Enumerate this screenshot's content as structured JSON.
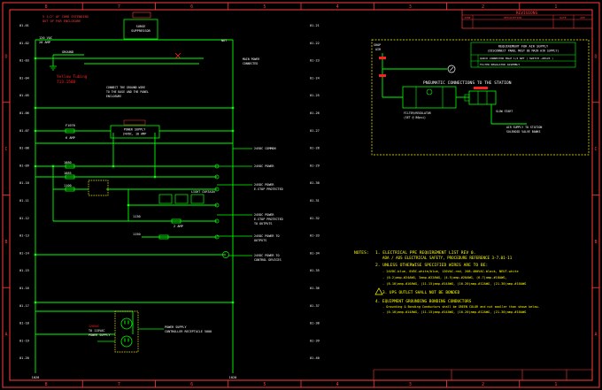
{
  "border": {
    "top_cols": [
      "8",
      "7",
      "6",
      "5",
      "4",
      "3",
      "2",
      "1"
    ],
    "bottom_cols": [
      "8",
      "7",
      "6",
      "5",
      "4",
      "3",
      "2",
      "1"
    ],
    "rows": [
      "D",
      "C",
      "B",
      "A"
    ]
  },
  "title_block": {
    "header": "REVISIONS",
    "cols": [
      "ZONE",
      "DESCRIPTION",
      "DATE",
      "APP"
    ]
  },
  "left_lines": [
    "01-01",
    "01-02",
    "01-03",
    "01-04",
    "01-05",
    "01-06",
    "01-07",
    "01-08",
    "01-09",
    "01-10",
    "01-11",
    "01-12",
    "01-13",
    "01-14",
    "01-15",
    "01-16",
    "01-17",
    "01-18",
    "01-19",
    "01-20"
  ],
  "right_lines": [
    "01-21",
    "01-22",
    "01-23",
    "01-24",
    "01-25",
    "01-26",
    "01-27",
    "01-28",
    "01-29",
    "01-30",
    "01-31",
    "01-32",
    "01-33",
    "01-34",
    "01-35",
    "01-36",
    "01-37",
    "01-38",
    "01-39",
    "01-40"
  ],
  "left_labels": {
    "source_red": "5 1/2\" OF CORD EXTENDING",
    "source_red2": "OUT OF PAR ENCLOSURE",
    "supply": "120 VAC",
    "amps": "20 AMP",
    "ground": "GROUND",
    "yellow_tubing": "Yellow Tubing",
    "tubing_part": "713.1500",
    "surge": "SURGE",
    "surge2": "SUPPRESSOR",
    "connect_note": "CONNECT THE GROUND WIRE",
    "connect_note2": "TO THE BASE AND THE PANEL",
    "connect_note3": "ENCLOSURE",
    "power_supply": "POWER SUPPLY",
    "power_supply2": "24VDC, 10 AMP",
    "fuse_a": "F1070",
    "fuse_a_amp": "6 AMP",
    "wire_1080": "1080",
    "wire_1085": "1085",
    "wire_1100": "1100",
    "wire_1130": "1130",
    "wire_1150": "1150",
    "wire_1020": "1020",
    "light_curtain": "LIGHT CURTAIN",
    "fuse_b_amp": "2 AMP",
    "receptacle": "POWER SUPPLY",
    "receptacle2": "CONTROLLER RECEPTACLE 5000",
    "red_note": "120VAC",
    "red_note2": "TO 115VAC",
    "red_note3": "POWER SUPPLY",
    "nut": "NUT",
    "desc_1090": "24VDC COMMON",
    "desc_1095": "24VDC POWER",
    "desc_1105": "24VDC POWER",
    "desc_1105b": "E-STOP PROTECTED",
    "desc_1135": "24VDC POWER",
    "desc_1135b": "E-STOP PROTECTED",
    "desc_1135c": "TO OUTPUTS",
    "desc_1145": "24VDC POWER TO",
    "desc_1145b": "OUTPUTS",
    "desc_1155": "24VDC POWER TO",
    "desc_1155b": "CONTROL DEVICES",
    "mains_power": "MAIN POWER",
    "mains_power2": "CONNECTED"
  },
  "pneumatic": {
    "title": "PNEUMATIC CONNECTIONS TO THE STATION",
    "req_header": "REQUIREMENT FOR AIR SUPPLY",
    "req_header2": "(DISCONNECT PANEL MUST BE MAIN AIR SUPPLY)",
    "req1": "QUICK CONNECTOR MALE 1/4 NPT ( SWITCH ~00123 )",
    "req2": "FILTER REGULATOR ASSEMBLY",
    "req3": "",
    "shop_air": "SHOP",
    "shop_air2": "AIR",
    "filter": "FILTER/REGULATOR",
    "filter2": "(SET @ 80psi)",
    "valve": "SLOW START",
    "air_supply": "AIR SUPPLY TO STATION",
    "air_supply2": "SOLENOID VALVE BANKS"
  },
  "notes": {
    "title": "NOTES:",
    "n1": "1. ELECTRICAL PPE REQUIREMENT LIST REV 0.",
    "n1b": "AOA / AOS ELECTRICAL SAFETY,  PROCEDURE REFERENCE 3-7.01-11",
    "n2": "2. UNLESS OTHERWISE SPECIFIED WIRES ARE TO BE:",
    "n2a": "-  24VDC-blue, 0VDC-white/blue, 120VAC-red, 208-480VAC-black, NEUT-white",
    "n2b": "-  (0-2)amp-#24AWG, 3amp-#22AWG, (4-5)amp-#20AWG, (6-7)amp-#18AWG,",
    "n2c": "-  (8-10)amp-#16AWG, (11-15)amp-#14AWG, (16-20)amp-#12AWG, (21-30)amp-#10AWG",
    "n3": "3. UPS OUTLET SHALL NOT BE BONDED",
    "n4": "4. EQUIPMENT GROUNDING BONDING CONDUCTORS",
    "n4a": "-  Grounding & Bonding Conductors shall be GREEN COLOR and not smaller than shown below.",
    "n4b": "-  (0-10)amp-#14AWG, (11-15)amp-#14AWG, (16-20)amp-#12AWG, (21-30)amp-#10AWG"
  },
  "bottom_wire": "1020",
  "colors": {
    "wire": "#00ff00",
    "border": "#ff3b3b",
    "text": "#ffffff",
    "yellow": "#ffff00",
    "red": "#ff2020",
    "cyan": "#00e5ff"
  }
}
